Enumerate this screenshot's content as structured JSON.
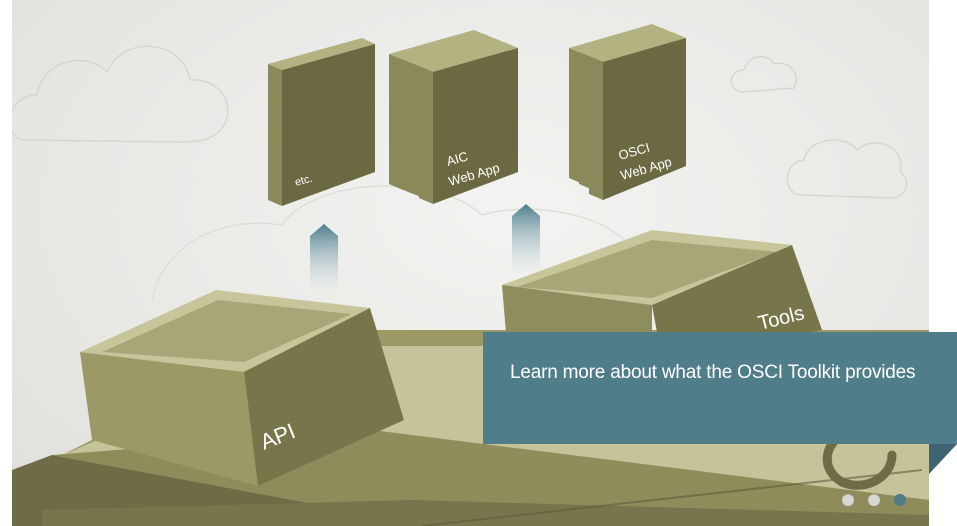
{
  "illustration": {
    "books": [
      {
        "label_line1": "etc.",
        "label_line2": ""
      },
      {
        "label_line1": "AIC",
        "label_line2": "Web App"
      },
      {
        "label_line1": "OSCI",
        "label_line2": "Web App"
      }
    ],
    "boxes": [
      {
        "label": "API"
      },
      {
        "label": "Tools"
      }
    ]
  },
  "caption": {
    "text": "Learn more about what the OSCI Toolkit provides"
  },
  "carousel": {
    "slide_count": 3,
    "active_index": 2,
    "dots": [
      "slide-1",
      "slide-2",
      "slide-3"
    ]
  },
  "colors": {
    "caption_bg": "#4f7d8a",
    "olive_dark": "#6a6a43",
    "olive_mid": "#8d8c5a",
    "olive_light": "#b9b88a",
    "arrow_blue": "#5f8a97"
  }
}
